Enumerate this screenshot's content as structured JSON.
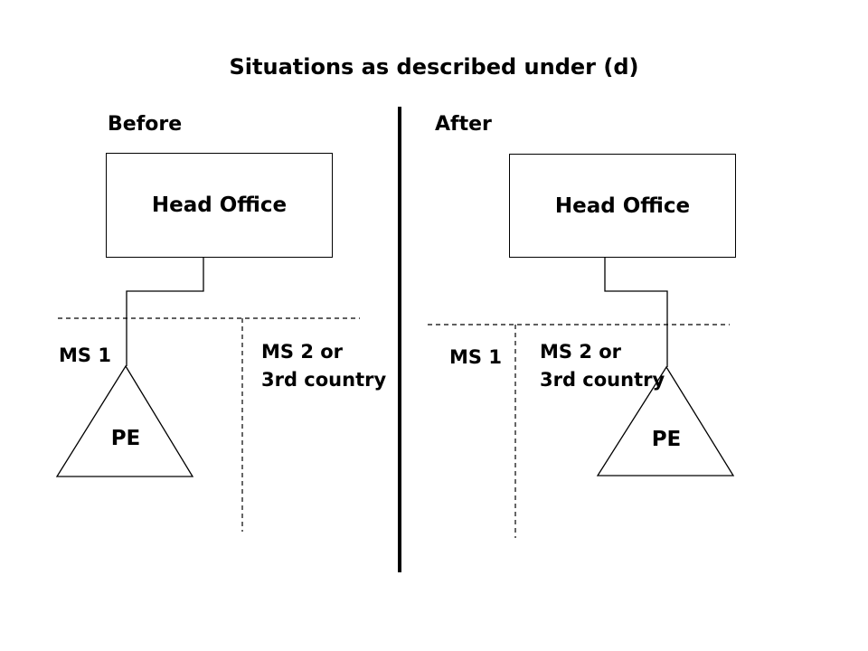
{
  "title": "Situations as described under (d)",
  "before": {
    "label": "Before",
    "head_office_label": "Head Office",
    "ms1_label": "MS 1",
    "ms2_label_line1": "MS 2 or",
    "ms2_label_line2": "3rd country",
    "pe_label": "PE"
  },
  "after": {
    "label": "After",
    "head_office_label": "Head Office",
    "ms1_label": "MS 1",
    "ms2_label_line1": "MS 2 or",
    "ms2_label_line2": "3rd country",
    "pe_label": "PE"
  },
  "colors": {
    "line": "#000000",
    "background": "#ffffff"
  }
}
